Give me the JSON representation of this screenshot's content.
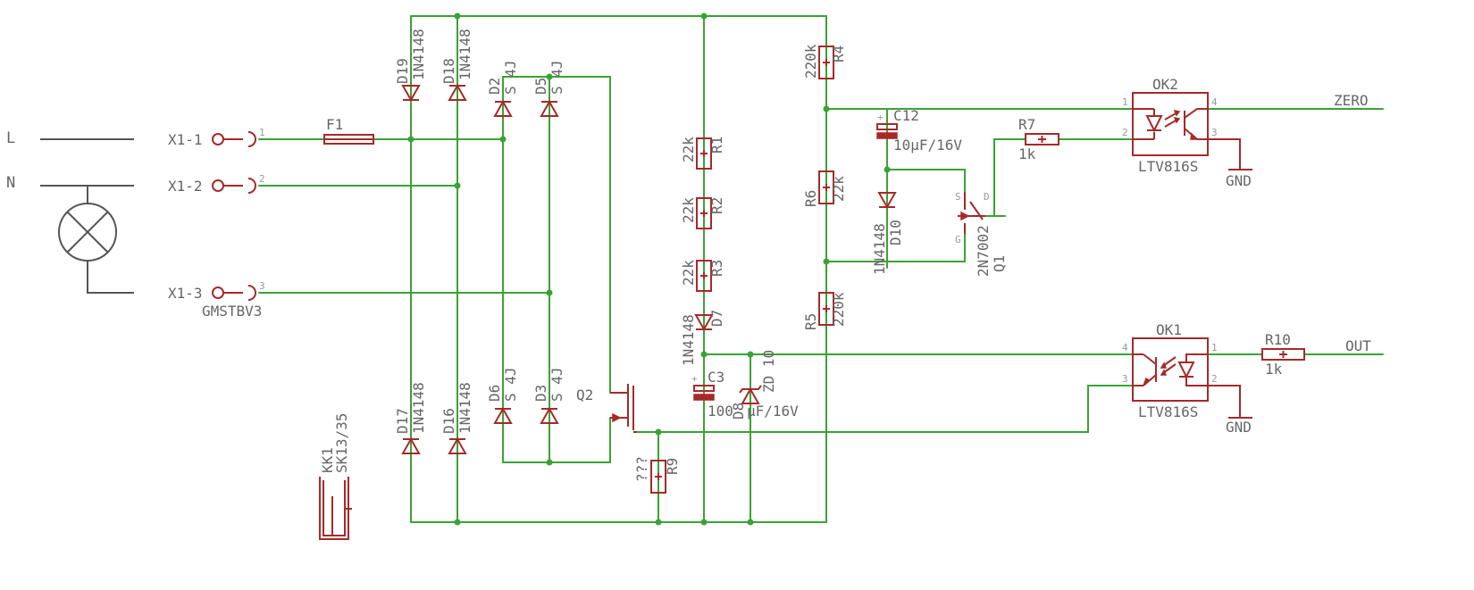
{
  "components": {
    "conn": {
      "pin1": "X1-1",
      "pin2": "X1-2",
      "pin3": "X1-3",
      "value": "GMSTBV3",
      "n1": "1",
      "n2": "2",
      "n3": "3"
    },
    "ext": {
      "l": "L",
      "n": "N"
    },
    "f1": {
      "name": "F1"
    },
    "d19": {
      "name": "D19",
      "value": "1N4148"
    },
    "d18": {
      "name": "D18",
      "value": "1N4148"
    },
    "d17": {
      "name": "D17",
      "value": "1N4148"
    },
    "d16": {
      "name": "D16",
      "value": "1N4148"
    },
    "d2": {
      "name": "D2",
      "value": "S 4J"
    },
    "d5": {
      "name": "D5",
      "value": "S 4J"
    },
    "d6": {
      "name": "D6",
      "value": "S 4J"
    },
    "d3": {
      "name": "D3",
      "value": "S 4J"
    },
    "q2": {
      "name": "Q2"
    },
    "r1": {
      "name": "R1",
      "value": "22k"
    },
    "r2": {
      "name": "R2",
      "value": "22k"
    },
    "r3": {
      "name": "R3",
      "value": "22k"
    },
    "d7": {
      "name": "D7",
      "value": "1N4148"
    },
    "c3": {
      "name": "C3",
      "value": "100"
    },
    "d8": {
      "name": "D8",
      "value": "ZD 10",
      "extra": "μF/16V"
    },
    "r9": {
      "name": "R9",
      "value": "???"
    },
    "r4": {
      "name": "R4",
      "value": "220k"
    },
    "r6": {
      "name": "R6",
      "value": "22k"
    },
    "r5": {
      "name": "R5",
      "value": "220k"
    },
    "c12": {
      "name": "C12",
      "value": "10μF/16V"
    },
    "d10": {
      "name": "D10",
      "value": "1N4148"
    },
    "q1": {
      "name": "Q1",
      "value": "2N7002",
      "s": "S",
      "g": "G",
      "d": "D"
    },
    "r7": {
      "name": "R7",
      "value": "1k"
    },
    "r10": {
      "name": "R10",
      "value": "1k"
    },
    "ok2": {
      "name": "OK2",
      "value": "LTV816S",
      "p1": "1",
      "p2": "2",
      "p3": "3",
      "p4": "4"
    },
    "ok1": {
      "name": "OK1",
      "value": "LTV816S",
      "p1": "1",
      "p2": "2",
      "p3": "3",
      "p4": "4"
    },
    "kk1": {
      "name": "KK1",
      "value": "SK13/35"
    }
  },
  "nets": {
    "zero": "ZERO",
    "out": "OUT",
    "gnd2": "GND",
    "gnd1": "GND"
  },
  "colors": {
    "wire": "#3aa335",
    "component": "#a52a2a",
    "label": "#666666"
  }
}
